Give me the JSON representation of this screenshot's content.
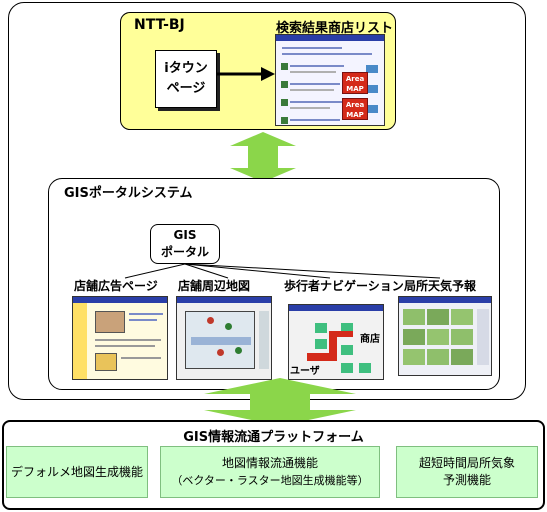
{
  "ntt": {
    "title": "NTT-BJ",
    "itown_line1": "iタウン",
    "itown_line2": "ページ",
    "result_list_title": "検索結果商店リスト",
    "map_badge_line1": "Area",
    "map_badge_line2": "MAP"
  },
  "gis_system": {
    "title": "GISポータルシステム",
    "portal_line1": "GIS",
    "portal_line2": "ポータル",
    "services": [
      {
        "label": "店舗広告ページ"
      },
      {
        "label": "店舗周辺地図"
      },
      {
        "label": "歩行者ナビゲーション"
      },
      {
        "label": "局所天気予報"
      }
    ],
    "nav_store_label": "商店",
    "nav_user_label": "ユーザ"
  },
  "platform": {
    "title": "GIS情報流通プラットフォーム",
    "features": [
      {
        "line1": "デフォルメ地図生成機能",
        "line2": ""
      },
      {
        "line1": "地図情報流通機能",
        "line2": "（ベクター・ラスター地図生成機能等）"
      },
      {
        "line1": "超短時間局所気象",
        "line2": "予測機能"
      }
    ]
  },
  "colors": {
    "ntt_bg": "#ffff99",
    "arrow_green": "#8bd64a",
    "feature_bg": "#ccffcc",
    "map_badge": "#d42a1a"
  }
}
